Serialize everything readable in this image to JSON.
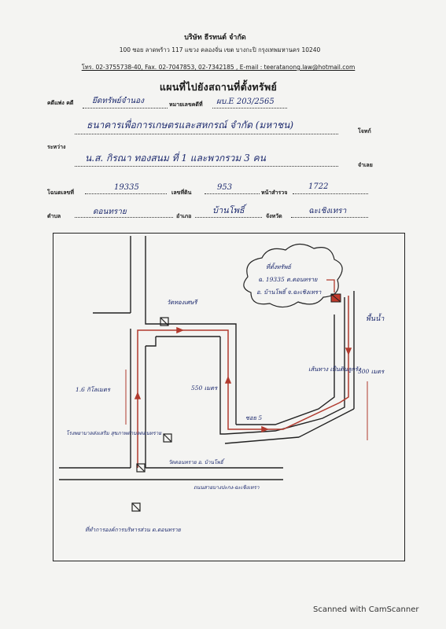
{
  "header": {
    "company": "บริษัท ธีรทนต์ จำกัด",
    "address": "100 ซอย ลาดพร้าว 117 แขวง คลองจั่น เขต บางกะปิ กรุงเทพมหานคร 10240",
    "contact": "โทร. 02-3755738-40, Fax. 02-7047853, 02-7342185 , E-mail : teeratanong.law@hotmail.com",
    "doc_title": "แผนที่ไปยังสถานที่ตั้งทรัพย์"
  },
  "form": {
    "court_label": "คดีแพ่ง คดี",
    "court_value": "ยึดทรัพย์จำนอง",
    "case_no_label": "หมายเลขคดีที่",
    "case_no_value": "ผบ.E 203/2565",
    "plaintiff_label": "โจทก์",
    "plaintiff_value": "ธนาคารเพื่อการเกษตรและสหกรณ์ จำกัด (มหาชน)",
    "between_label": "ระหว่าง",
    "defendant_label": "จำเลย",
    "defendant_value": "น.ส. กิรณา ทองสนม ที่ 1 และพวกรวม 3 คน",
    "deed_label": "โฉนดเลขที่",
    "deed_value": "19335",
    "land_no_label": "เลขที่ดิน",
    "land_no_value": "953",
    "survey_label": "หน้าสำรวจ",
    "survey_value": "1722",
    "subdistrict_label": "ตำบล",
    "subdistrict_value": "ดอนทราย",
    "district_label": "อำเภอ",
    "district_value": "บ้านโพธิ์",
    "province_label": "จังหวัด",
    "province_value": "ฉะเชิงเทรา"
  },
  "map": {
    "property_note_1": "ที่ตั้งทรัพย์",
    "property_note_2": "ฉ. 19335 ต.ดอนทราย",
    "property_note_3": "อ. บ้านโพธิ์ จ.ฉะเชิงเทรา",
    "field_label": "พื้นน้ำ",
    "road_surface": "เส้นทาง เป็นดินลูกรัง",
    "dist_500": "500 เมตร",
    "dist_550": "550 เมตร",
    "dist_1_6": "1.6 กิโลเมตร",
    "soi5": "ซอย 5",
    "temple": "วัดทองเศษรี",
    "hospital": "โรงพยาบาลส่งเสริม สุขภาพตำบลดอนทราย",
    "school": "วัดดอนทราย อ. บ้านโพธิ์",
    "main_road": "ถนนสายบางปะกง-ฉะเชิงเทรา",
    "office": "ที่ทำการองค์การบริหารส่วน ต.ดอนทราย",
    "route_color": "#c0392b"
  },
  "footer": {
    "scanner": "Scanned with CamScanner"
  }
}
